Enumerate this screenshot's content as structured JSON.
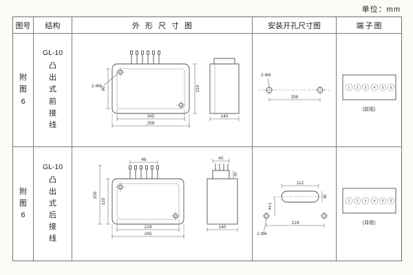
{
  "page": {
    "unit": "单位：mm"
  },
  "headers": {
    "fig": "图号",
    "structure": "结构",
    "outline": "外形尺寸图",
    "mounting": "安装开孔尺寸图",
    "terminal": "端子图"
  },
  "rows": [
    {
      "fig": "附图6",
      "model": "GL-10",
      "wiring": "凸出式前接线",
      "outline": {
        "inner_w": "245",
        "outer_w": "259",
        "height": "110",
        "inner_h": "90",
        "depth": "140",
        "hole": "2-Φ6"
      },
      "mounting": {
        "span": "259",
        "hole": "2-Φ6"
      },
      "terminal": {
        "label": "(前视)",
        "pins": [
          "1",
          "2",
          "3",
          "4",
          "5",
          "6"
        ]
      }
    },
    {
      "fig": "附图6",
      "model": "GL-10",
      "wiring": "凸出式后接线",
      "outline": {
        "pin_w": "48",
        "inner_w": "219",
        "outer_w": "245",
        "height": "110",
        "overall_h": "150",
        "depth": "140",
        "top_w": "40",
        "block_d": "30"
      },
      "mounting": {
        "slot_w": "112",
        "offset": "44.5",
        "span": "219",
        "slot_h": "40",
        "hole": "2-Φ6"
      },
      "terminal": {
        "label": "(背视)",
        "pins": [
          "1",
          "2",
          "3",
          "4",
          "5",
          "6"
        ]
      }
    }
  ]
}
